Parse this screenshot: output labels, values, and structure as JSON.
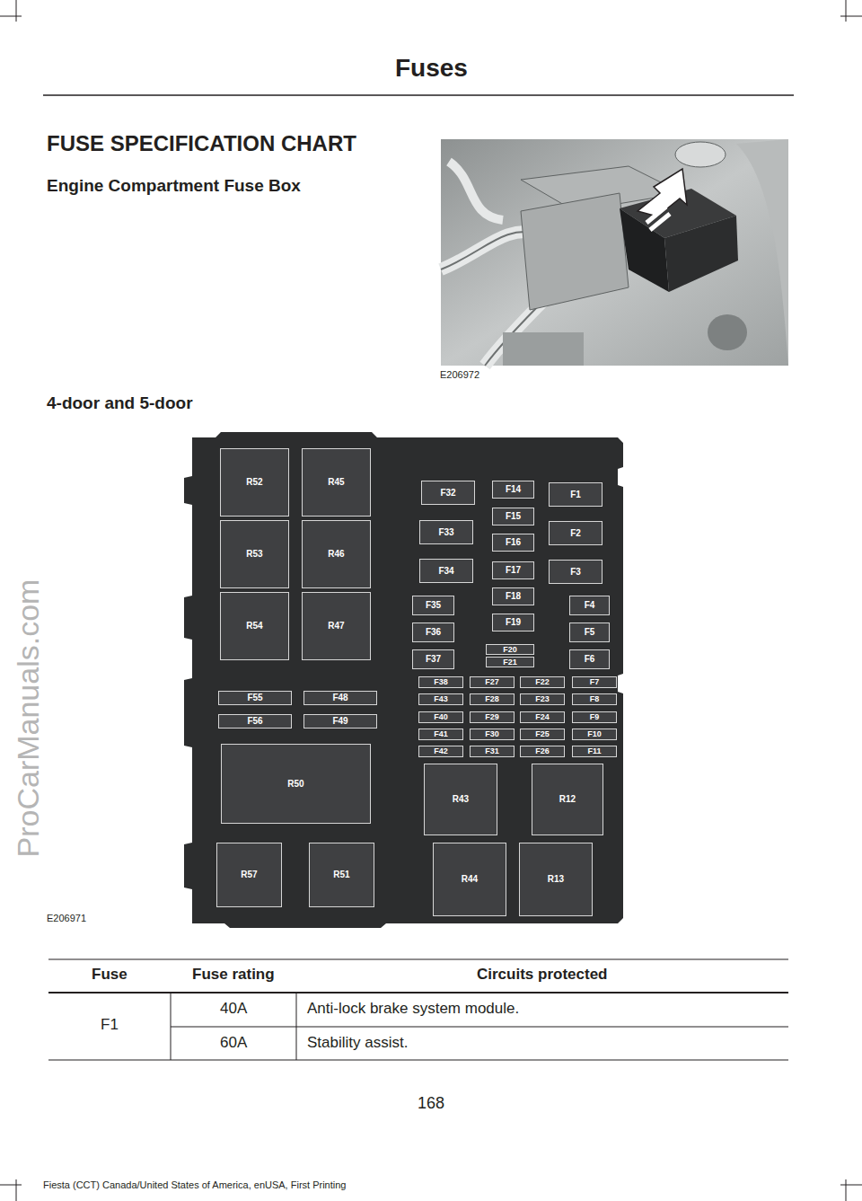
{
  "diagram": {
    "title": "FUSE SPECIFICATION CHART",
    "nodes": [
      {
        "text": [
          "R52"
        ]
      },
      {
        "text": [
          "R45"
        ]
      },
      {
        "text": [
          "R53"
        ]
      },
      {
        "text": [
          "R46"
        ]
      },
      {
        "text": [
          "R54"
        ]
      },
      {
        "text": [
          "R47"
        ]
      },
      {
        "text": [
          "F55"
        ]
      },
      {
        "text": [
          "F48"
        ]
      },
      {
        "text": [
          "F56"
        ]
      },
      {
        "text": [
          "F49"
        ]
      },
      {
        "text": [
          "R50"
        ]
      },
      {
        "text": [
          "R57"
        ]
      },
      {
        "text": [
          "R51"
        ]
      },
      {
        "text": [
          "F32"
        ]
      },
      {
        "text": [
          "F33"
        ]
      },
      {
        "text": [
          "F34"
        ]
      },
      {
        "text": [
          "F35"
        ]
      },
      {
        "text": [
          "F36"
        ]
      },
      {
        "text": [
          "F37"
        ]
      },
      {
        "text": [
          "F14"
        ]
      },
      {
        "text": [
          "F15"
        ]
      },
      {
        "text": [
          "F16"
        ]
      },
      {
        "text": [
          "F17"
        ]
      },
      {
        "text": [
          "F18"
        ]
      },
      {
        "text": [
          "F19"
        ]
      },
      {
        "text": [
          "F20"
        ]
      },
      {
        "text": [
          "F21"
        ]
      },
      {
        "text": [
          "F1"
        ]
      },
      {
        "text": [
          "F2"
        ]
      },
      {
        "text": [
          "F3"
        ]
      },
      {
        "text": [
          "F4"
        ]
      },
      {
        "text": [
          "F5"
        ]
      },
      {
        "text": [
          "F6"
        ]
      },
      {
        "text": [
          "F38"
        ]
      },
      {
        "text": [
          "F27"
        ]
      },
      {
        "text": [
          "F22"
        ]
      },
      {
        "text": [
          "F7"
        ]
      },
      {
        "text": [
          "F43"
        ]
      },
      {
        "text": [
          "F28"
        ]
      },
      {
        "text": [
          "F23"
        ]
      },
      {
        "text": [
          "F8"
        ]
      },
      {
        "text": [
          "F40"
        ]
      },
      {
        "text": [
          "F29"
        ]
      },
      {
        "text": [
          "F24"
        ]
      },
      {
        "text": [
          "F9"
        ]
      },
      {
        "text": [
          "F41"
        ]
      },
      {
        "text": [
          "F30"
        ]
      },
      {
        "text": [
          "F25"
        ]
      },
      {
        "text": [
          "F10"
        ]
      },
      {
        "text": [
          "F42"
        ]
      },
      {
        "text": [
          "F31"
        ]
      },
      {
        "text": [
          "F26"
        ]
      },
      {
        "text": [
          "F11"
        ]
      },
      {
        "text": [
          "R43"
        ]
      },
      {
        "text": [
          "R12"
        ]
      },
      {
        "text": [
          "R44"
        ]
      },
      {
        "text": [
          "R13"
        ]
      }
    ],
    "labels": [
      "Fuses",
      "Engine Compartment Fuse Box",
      "4-door and 5-door",
      "E206972",
      "E206971",
      "Fuse",
      "Fuse rating",
      "Circuits protected",
      "F1",
      "40A",
      "Anti-lock brake system module.",
      "60A",
      "Stability assist.",
      "168",
      "Fiesta (CCT) Canada/United States of America, enUSA, First Printing",
      "ProCarManuals.com"
    ]
  }
}
